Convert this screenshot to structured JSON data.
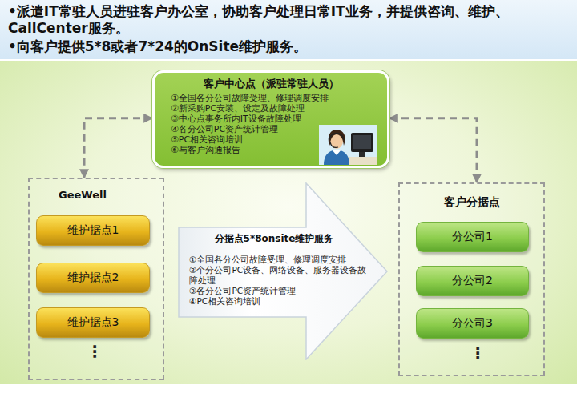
{
  "diagram": {
    "nodes": [
      {
        "text": [
          "客户中心点（派驻常驻人员）",
          "①全国各分公司故障受理、修理调度安排",
          "②新采购PC安装、设定及故障处理",
          "③中心点事务所内IT设备故障处理",
          "④各分公司PC资产统计管理",
          "⑤PC相关咨询培训",
          "⑥与客户沟通报告"
        ]
      },
      {
        "text": [
          "GeeWell"
        ]
      },
      {
        "text": [
          "维护据点1"
        ],
        "in": 1
      },
      {
        "text": [
          "维护据点2"
        ],
        "in": 1
      },
      {
        "text": [
          "维护据点3"
        ],
        "in": 1
      },
      {
        "text": [
          "分据点5*8onsite维护服务",
          "①全国各分公司故障受理、修理调度安排",
          "②个分公司PC设备、网络设备、服务器设备故障处理",
          "③各分公司PC资产统计管理",
          "④PC相关咨询培训"
        ]
      },
      {
        "text": [
          "客户分据点"
        ]
      },
      {
        "text": [
          "分公司1"
        ],
        "in": 6
      },
      {
        "text": [
          "分公司2"
        ],
        "in": 6
      },
      {
        "text": [
          "分公司3"
        ],
        "in": 6
      }
    ],
    "edges": [
      {
        "from": 0,
        "to": 1,
        "arrow": "both"
      },
      {
        "from": 0,
        "to": 6,
        "arrow": "both"
      }
    ],
    "labels": [
      "•派遣IT常驻人员进驻客户办公室，协助客户处理日常IT业务，并提供咨询、维护、CallCenter服务。",
      "•向客户提供5*8或者7*24的OnSite维护服务。",
      "⋮",
      "⋮"
    ]
  }
}
